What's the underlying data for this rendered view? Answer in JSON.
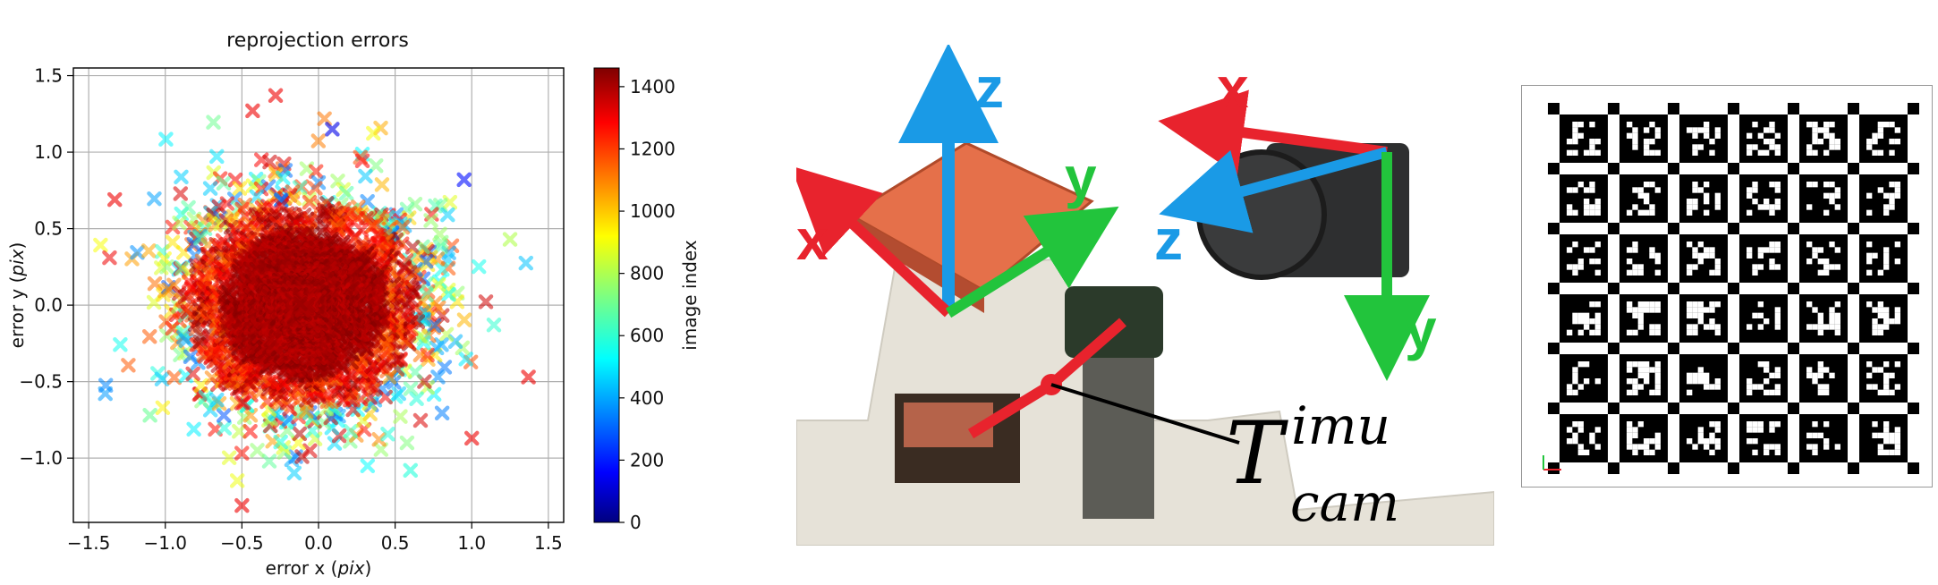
{
  "chart_data": {
    "type": "scatter",
    "title": "reprojection errors",
    "xlabel": "error x (pix)",
    "ylabel": "error y (pix)",
    "xlim": [
      -1.6,
      1.6
    ],
    "ylim": [
      -1.42,
      1.55
    ],
    "xticks": [
      -1.5,
      -1.0,
      -0.5,
      0.0,
      0.5,
      1.0,
      1.5
    ],
    "yticks": [
      -1.0,
      -0.5,
      0.0,
      0.5,
      1.0,
      1.5
    ],
    "xtick_labels": [
      "−1.5",
      "−1.0",
      "−0.5",
      "0.0",
      "0.5",
      "1.0",
      "1.5"
    ],
    "ytick_labels": [
      "−1.0",
      "−0.5",
      "0.0",
      "0.5",
      "1.0",
      "1.5"
    ],
    "grid": true,
    "marker": "x",
    "colormap": "jet",
    "colorbar": {
      "label": "image index",
      "range": [
        0,
        1460
      ],
      "ticks": [
        0,
        200,
        400,
        600,
        800,
        1000,
        1200,
        1400
      ],
      "tick_labels": [
        "0",
        "200",
        "400",
        "600",
        "800",
        "1000",
        "1200",
        "1400"
      ]
    },
    "distribution": {
      "center": [
        -0.1,
        0.0
      ],
      "spread_x": 0.38,
      "spread_y": 0.34,
      "count": 2600
    },
    "outliers": [
      {
        "x": -0.43,
        "y": 1.27,
        "c": 1300
      },
      {
        "x": -0.28,
        "y": 1.37,
        "c": 1300
      },
      {
        "x": 0.09,
        "y": 1.15,
        "c": 150
      },
      {
        "x": 0.95,
        "y": 0.82,
        "c": 200
      },
      {
        "x": -1.33,
        "y": 0.69,
        "c": 1300
      },
      {
        "x": 1.37,
        "y": -0.47,
        "c": 1300
      },
      {
        "x": -0.5,
        "y": -1.31,
        "c": 1300
      },
      {
        "x": 1.0,
        "y": -0.87,
        "c": 1300
      },
      {
        "x": 1.25,
        "y": 0.43,
        "c": 800
      },
      {
        "x": -1.1,
        "y": -0.72,
        "c": 700
      },
      {
        "x": 0.6,
        "y": -1.08,
        "c": 600
      }
    ]
  },
  "figure": {
    "axis_labels": {
      "imu_z": "z",
      "imu_x": "x",
      "imu_y": "y",
      "cam_x": "x",
      "cam_z": "z",
      "cam_y": "y"
    },
    "transform": {
      "main": "T",
      "superscript": "imu",
      "subscript": "cam"
    },
    "colors": {
      "x_axis": "#e8232d",
      "y_axis": "#22c43c",
      "z_axis": "#1a9ae6",
      "imu_body": "#e5704a",
      "link": "#e8232d"
    }
  }
}
